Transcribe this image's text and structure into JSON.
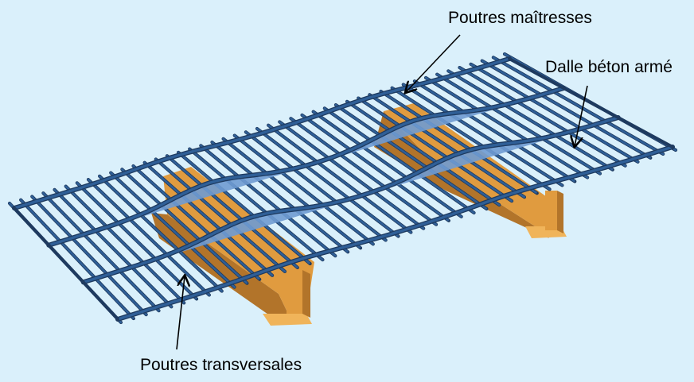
{
  "labels": {
    "main_beams": "Poutres maîtresses",
    "slab": "Dalle béton armé",
    "cross_beams": "Poutres transversales"
  },
  "colors": {
    "background": "#daf0fb",
    "steel": "#2f5f97",
    "steel_light": "#6f9bd1",
    "steel_dark": "#1e3a5f",
    "timber": "#e09b3f",
    "timber_dark": "#b2742a",
    "timber_light": "#f0b45a",
    "arrow": "#000000"
  }
}
